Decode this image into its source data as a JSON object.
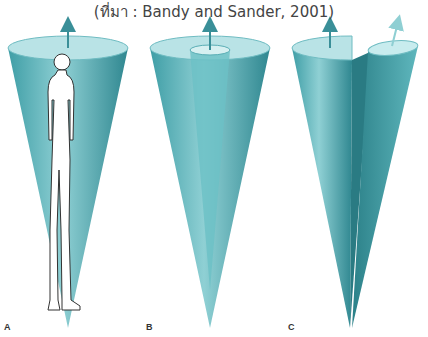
{
  "diagram": {
    "labels": [
      "(ที่มา : Bandy and Sander, 2001)",
      "A",
      "B",
      "C"
    ]
  }
}
